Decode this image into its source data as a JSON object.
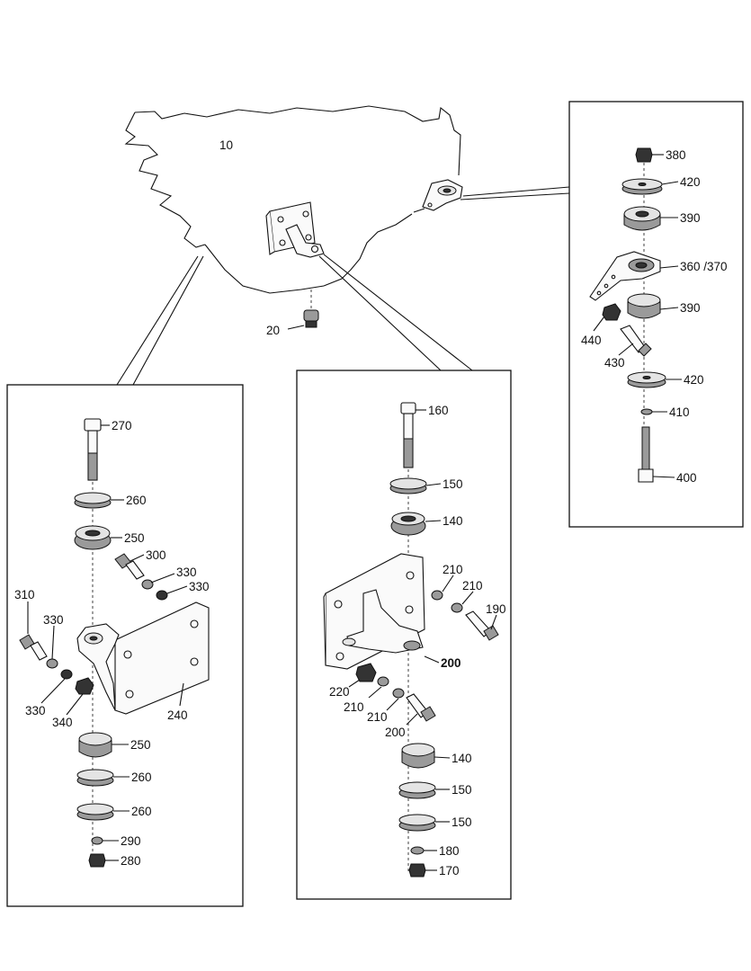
{
  "callouts": {
    "c10": "10",
    "c20": "20",
    "c380": "380",
    "c420a": "420",
    "c390a": "390",
    "c360": "360 /370",
    "c390b": "390",
    "c440": "440",
    "c430": "430",
    "c420b": "420",
    "c410": "410",
    "c400": "400",
    "c160": "160",
    "c150a": "150",
    "c140a": "140",
    "c210a": "210",
    "c210b": "210",
    "c190": "190",
    "c200a": "200",
    "c220": "220",
    "c210c": "210",
    "c210d": "210",
    "c200b": "200",
    "c140b": "140",
    "c150b": "150",
    "c150c": "150",
    "c180": "180",
    "c170": "170",
    "c270": "270",
    "c260a": "260",
    "c250a": "250",
    "c300": "300",
    "c330a": "330",
    "c330b": "330",
    "c310": "310",
    "c330c": "330",
    "c330d": "330",
    "c340": "340",
    "c240": "240",
    "c250b": "250",
    "c260b": "260",
    "c260c": "260",
    "c290": "290",
    "c280": "280"
  }
}
